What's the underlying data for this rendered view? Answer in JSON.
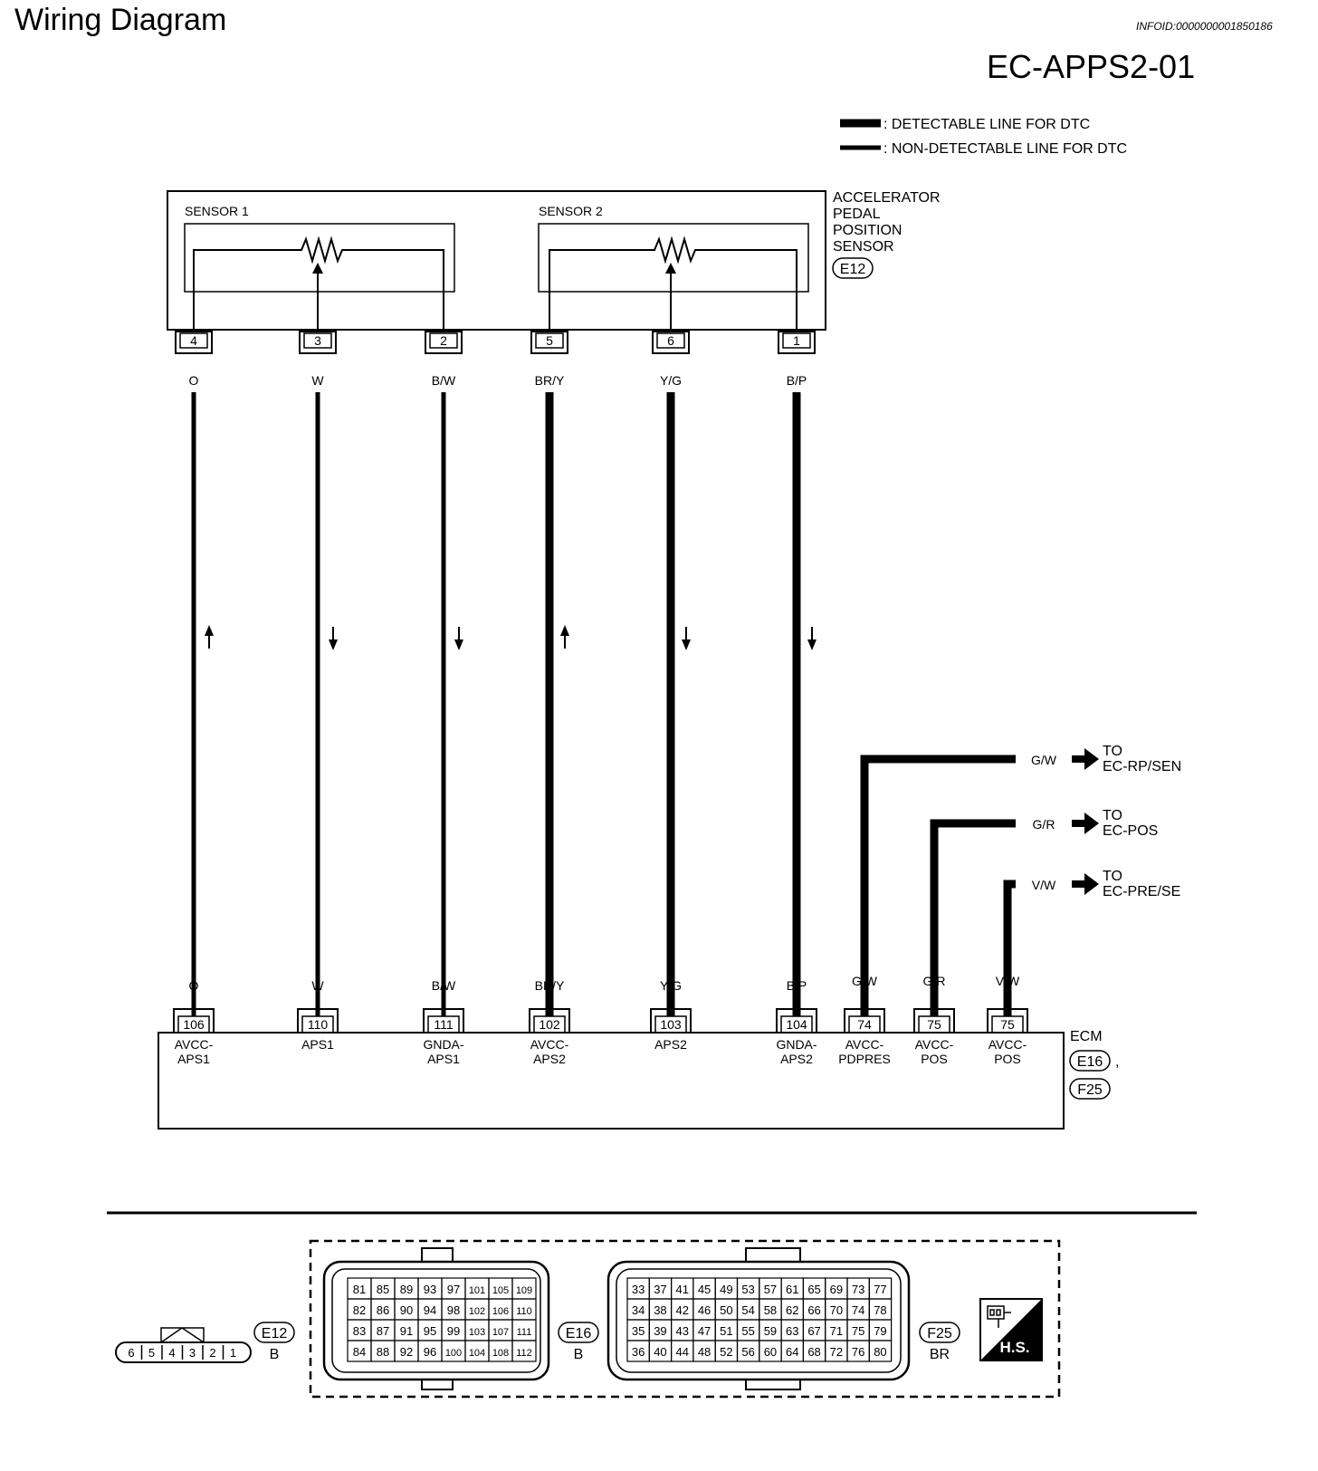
{
  "header": {
    "title": "Wiring Diagram",
    "infoid": "INFOID:0000000001850186",
    "diagram_code": "EC-APPS2-01"
  },
  "legend": {
    "detectable": ": DETECTABLE LINE FOR DTC",
    "non_detectable": ": NON-DETECTABLE LINE FOR DTC"
  },
  "sensor": {
    "name_lines": [
      "ACCELERATOR",
      "PEDAL",
      "POSITION",
      "SENSOR"
    ],
    "connector": "E12",
    "sensor1_label": "SENSOR 1",
    "sensor2_label": "SENSOR 2"
  },
  "wires": [
    {
      "pin": "4",
      "color": "O",
      "ecm_pin": "106",
      "ecm_label": [
        "AVCC-",
        "APS1"
      ],
      "detectable": false,
      "arrow": "up"
    },
    {
      "pin": "3",
      "color": "W",
      "ecm_pin": "110",
      "ecm_label": [
        "APS1"
      ],
      "detectable": false,
      "arrow": "down"
    },
    {
      "pin": "2",
      "color": "B/W",
      "ecm_pin": "111",
      "ecm_label": [
        "GNDA-",
        "APS1"
      ],
      "detectable": false,
      "arrow": "down"
    },
    {
      "pin": "5",
      "color": "BR/Y",
      "ecm_pin": "102",
      "ecm_label": [
        "AVCC-",
        "APS2"
      ],
      "detectable": true,
      "arrow": "up"
    },
    {
      "pin": "6",
      "color": "Y/G",
      "ecm_pin": "103",
      "ecm_label": [
        "APS2"
      ],
      "detectable": true,
      "arrow": "down"
    },
    {
      "pin": "1",
      "color": "B/P",
      "ecm_pin": "104",
      "ecm_label": [
        "GNDA-",
        "APS2"
      ],
      "detectable": true,
      "arrow": "down"
    }
  ],
  "branches": [
    {
      "color": "G/W",
      "ecm_pin": "74",
      "ecm_label": [
        "AVCC-",
        "PDPRES"
      ],
      "to_label": "TO",
      "to_target": "EC-RP/SEN"
    },
    {
      "color": "G/R",
      "ecm_pin": "75",
      "ecm_label": [
        "AVCC-",
        "POS"
      ],
      "to_label": "TO",
      "to_target": "EC-POS"
    },
    {
      "color": "V/W",
      "ecm_pin": "75",
      "ecm_label": [
        "AVCC-",
        "POS"
      ],
      "to_label": "TO",
      "to_target": "EC-PRE/SE"
    }
  ],
  "ecm": {
    "name": "ECM",
    "connector1": "E16",
    "separator": ",",
    "connector2": "F25"
  },
  "connectors_view": {
    "e12": {
      "id": "E12",
      "color": "B",
      "pins": [
        "6",
        "5",
        "4",
        "3",
        "2",
        "1"
      ]
    },
    "e16": {
      "id": "E16",
      "color": "B",
      "rows": [
        [
          "81",
          "85",
          "89",
          "93",
          "97",
          "101",
          "105",
          "109"
        ],
        [
          "82",
          "86",
          "90",
          "94",
          "98",
          "102",
          "106",
          "110"
        ],
        [
          "83",
          "87",
          "91",
          "95",
          "99",
          "103",
          "107",
          "111"
        ],
        [
          "84",
          "88",
          "92",
          "96",
          "100",
          "104",
          "108",
          "112"
        ]
      ]
    },
    "f25": {
      "id": "F25",
      "color": "BR",
      "rows": [
        [
          "33",
          "37",
          "41",
          "45",
          "49",
          "53",
          "57",
          "61",
          "65",
          "69",
          "73",
          "77"
        ],
        [
          "34",
          "38",
          "42",
          "46",
          "50",
          "54",
          "58",
          "62",
          "66",
          "70",
          "74",
          "78"
        ],
        [
          "35",
          "39",
          "43",
          "47",
          "51",
          "55",
          "59",
          "63",
          "67",
          "71",
          "75",
          "79"
        ],
        [
          "36",
          "40",
          "44",
          "48",
          "52",
          "56",
          "60",
          "64",
          "68",
          "72",
          "76",
          "80"
        ]
      ]
    },
    "hs_label": "H.S."
  }
}
